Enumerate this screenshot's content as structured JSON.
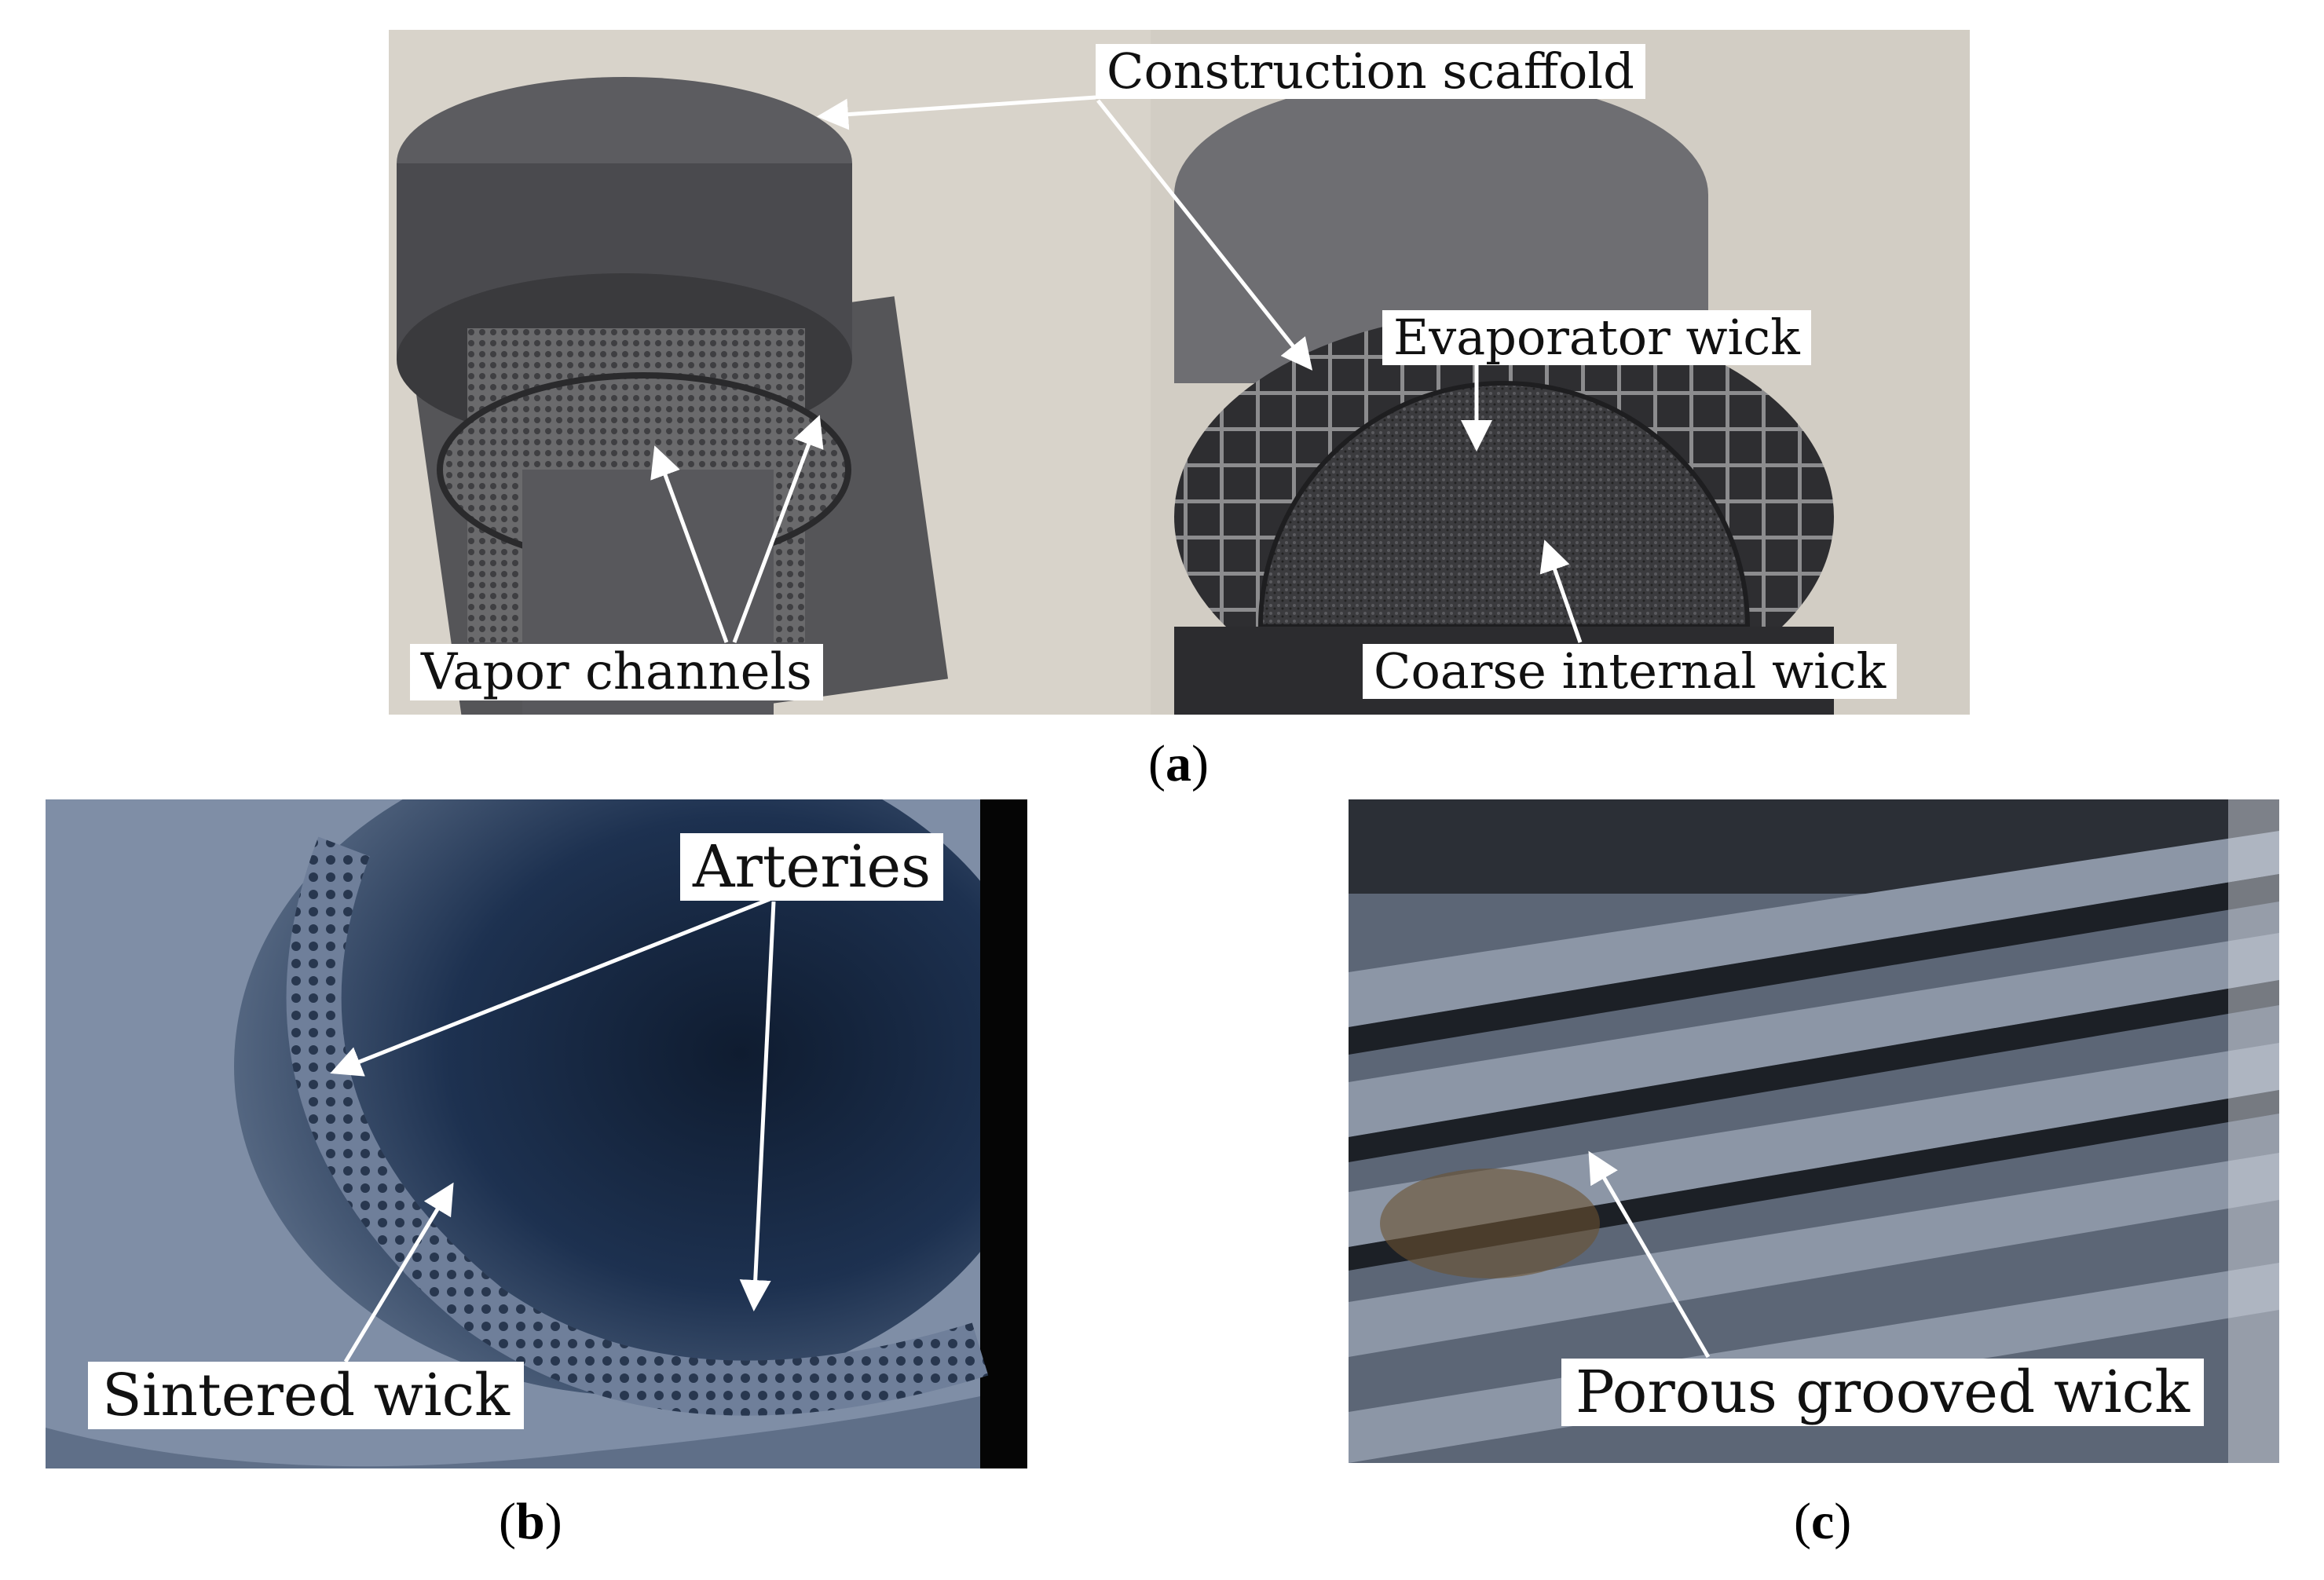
{
  "figure": {
    "panel_a": {
      "caption_letter": "a",
      "labels": {
        "construction_scaffold": "Construction scaffold",
        "evaporator_wick": "Evaporator wick",
        "vapor_channels": "Vapor  channels",
        "coarse_internal_wick": "Coarse internal wick"
      }
    },
    "panel_b": {
      "caption_letter": "b",
      "labels": {
        "arteries": "Arteries",
        "sintered_wick": "Sintered wick"
      }
    },
    "panel_c": {
      "caption_letter": "c",
      "labels": {
        "porous_grooved_wick": "Porous grooved wick"
      }
    }
  }
}
